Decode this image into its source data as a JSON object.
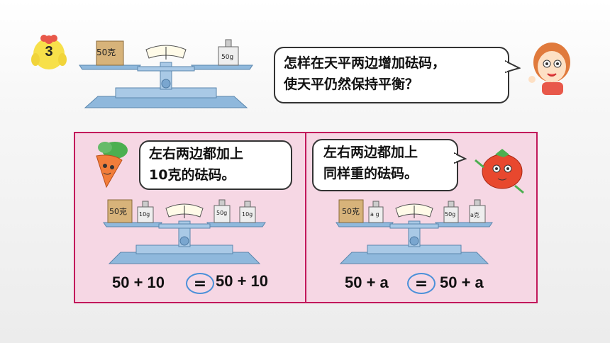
{
  "badge": {
    "number": "3"
  },
  "question": {
    "line1": "怎样在天平两边增加砝码，",
    "line2": "使天平仍然保持平衡？"
  },
  "top_scale": {
    "block_label": "50克",
    "weight_label": "50g"
  },
  "left_panel": {
    "bubble_line1": "左右两边都加上",
    "bubble_line2": "10克的砝码。",
    "block_label": "50克",
    "weight_label_a": "10g",
    "weight_label_b": "50g",
    "weight_label_c": "10g",
    "equation_left": "50 + 10",
    "equation_sign": "=",
    "equation_right": "50 + 10"
  },
  "right_panel": {
    "bubble_line1": "左右两边都加上",
    "bubble_line2": "同样重的砝码。",
    "block_label": "50克",
    "weight_label_a": "a g",
    "weight_label_b": "50g",
    "weight_label_c": "a克",
    "equation_left": "50 + a",
    "equation_sign": "=",
    "equation_right": "50 + a"
  },
  "colors": {
    "panel_bg": "#f6d7e4",
    "panel_border": "#c2185b",
    "scale_blue": "#8fb8dc",
    "circle_blue": "#4a90d9",
    "badge_yellow": "#f7e04a"
  }
}
